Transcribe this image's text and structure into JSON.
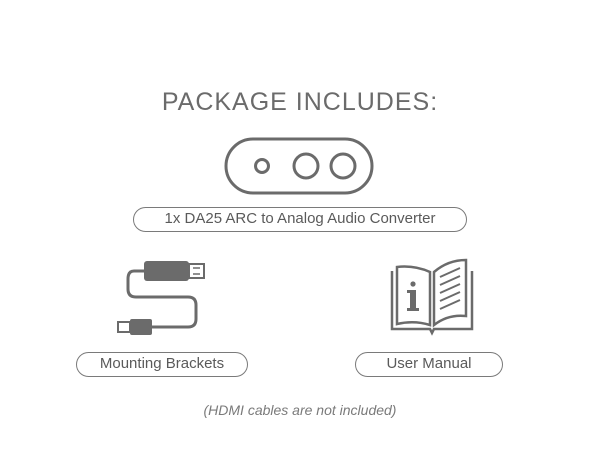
{
  "title": "PACKAGE INCLUDES:",
  "items": {
    "converter_label": "1x DA25 ARC to Analog Audio Converter",
    "brackets_label": "Mounting Brackets",
    "manual_label": "User Manual"
  },
  "note": "(HDMI cables are not included)",
  "icons": [
    "converter-device-icon",
    "cable-icon",
    "manual-book-icon"
  ],
  "colors": {
    "stroke": "#6b6b6b",
    "text": "#5a5a5a",
    "background": "#ffffff"
  }
}
